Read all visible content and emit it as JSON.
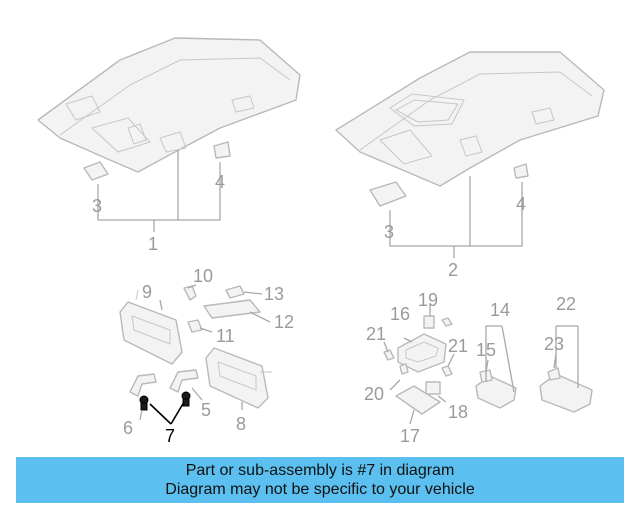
{
  "diagram": {
    "callouts": {
      "c1": "1",
      "c2": "2",
      "c3a": "3",
      "c3b": "3",
      "c4a": "4",
      "c4b": "4",
      "c5": "5",
      "c6": "6",
      "c7": "7",
      "c8": "8",
      "c9": "9",
      "c10": "10",
      "c11": "11",
      "c12": "12",
      "c13": "13",
      "c14": "14",
      "c15": "15",
      "c16": "16",
      "c17": "17",
      "c18": "18",
      "c19": "19",
      "c20": "20",
      "c21a": "21",
      "c21b": "21",
      "c22": "22",
      "c23": "23"
    },
    "highlight_color": "#000000",
    "part_color": "#b9b9b9"
  },
  "banner": {
    "line1": "Part or sub-assembly is #7 in diagram",
    "line2": "Diagram may not be specific to your vehicle",
    "background": "#5bc0f0"
  }
}
